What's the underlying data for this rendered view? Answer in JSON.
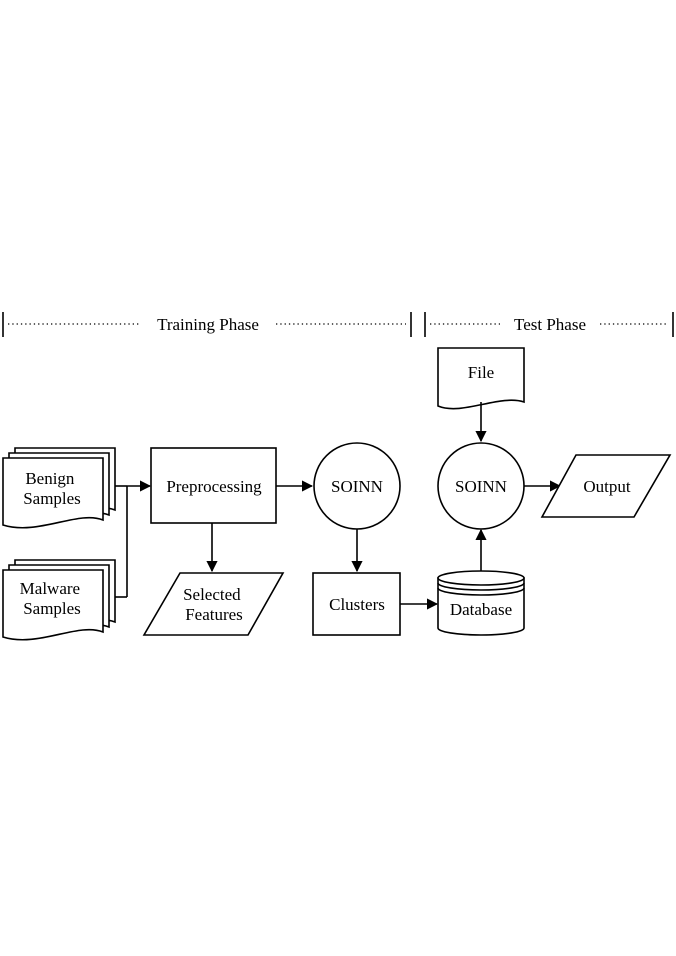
{
  "phases": {
    "training": "Training Phase",
    "test": "Test Phase"
  },
  "nodes": {
    "benign": [
      "Benign",
      "Samples"
    ],
    "malware": [
      "Malware",
      "Samples"
    ],
    "preprocessing": "Preprocessing",
    "selected_features": [
      "Selected",
      "Features"
    ],
    "soinn_train": "SOINN",
    "clusters": "Clusters",
    "database": "Database",
    "file": "File",
    "soinn_test": "SOINN",
    "output": "Output"
  }
}
